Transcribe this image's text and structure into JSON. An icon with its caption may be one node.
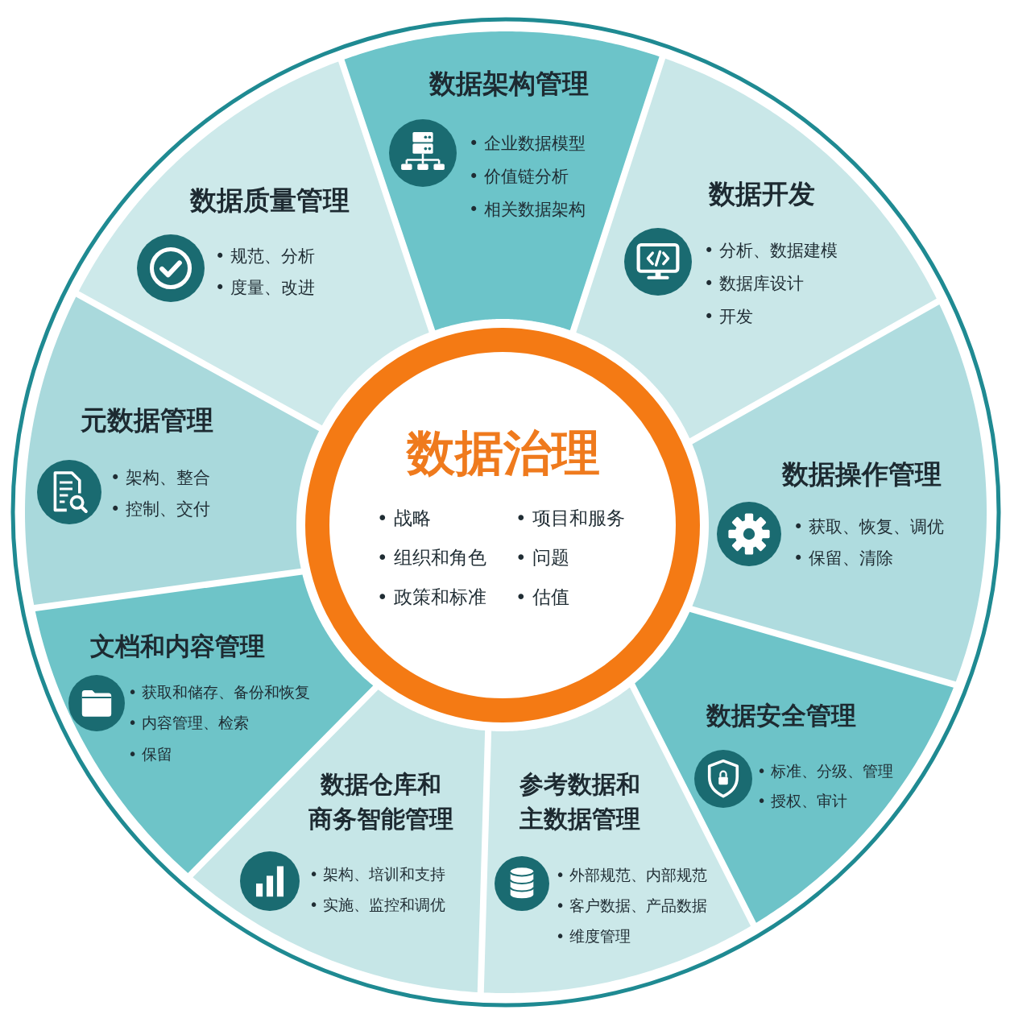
{
  "diagram": {
    "nodes": [
      {
        "text": [
          "数据治理",
          "• 战略",
          "• 项目和服务",
          "• 组织和角色",
          "• 问题",
          "• 政策和标准",
          "• 估值"
        ]
      },
      {
        "text": [
          "数据架构管理",
          "• 企业数据模型",
          "• 价值链分析",
          "• 相关数据架构"
        ]
      },
      {
        "text": [
          "数据开发",
          "• 分析、数据建模",
          "• 数据库设计",
          "• 开发"
        ]
      },
      {
        "text": [
          "数据操作管理",
          "• 获取、恢复、调优",
          "• 保留、清除"
        ]
      },
      {
        "text": [
          "数据安全管理",
          "• 标准、分级、管理",
          "• 授权、审计"
        ]
      },
      {
        "text": [
          "参考数据和主数据管理",
          "• 外部规范、内部规范",
          "• 客户数据、产品数据",
          "• 维度管理"
        ]
      },
      {
        "text": [
          "数据仓库和商务智能管理",
          "• 架构、培训和支持",
          "• 实施、监控和调优"
        ]
      },
      {
        "text": [
          "文档和内容管理",
          "• 获取和储存、备份和恢复",
          "• 内容管理、检索",
          "• 保留"
        ]
      },
      {
        "text": [
          "元数据管理",
          "• 架构、整合",
          "• 控制、交付"
        ]
      },
      {
        "text": [
          "数据质量管理",
          "• 规范、分析",
          "• 度量、改进"
        ]
      }
    ]
  }
}
